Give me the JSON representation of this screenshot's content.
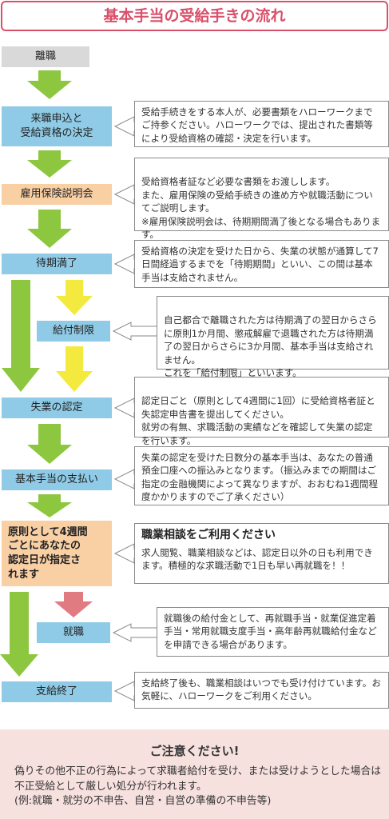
{
  "title": "基本手当の受給手きの流れ",
  "steps": [
    "離職",
    "来職申込と\n受給資格の決定",
    "雇用保険説明会",
    "待期満了",
    "給付制限",
    "失業の認定",
    "基本手当の支払い",
    "原則として4週間\nごとにあなたの\n認定日が指定さ\nれます",
    "就職",
    "支給終了"
  ],
  "descriptions": [
    {
      "body": "受給手続きをする本人が、必要書類をハローワークまでご持参ください。ハローワークでは、提出された書類等により受給資格の確認・決定を行います。"
    },
    {
      "body": "受給資格者証など必要な書類をお渡しします。\nまた、雇用保険の受給手続きの進め方や就職活動についてご説明します。\n※雇用保険説明会は、待期期間満了後となる場合もあります。"
    },
    {
      "body": "受給資格の決定を受けた日から、失業の状態が通算して7日間経過するまでを「待期期間」といい、この間は基本手当は支給されません。"
    },
    {
      "body": "自己都合で離職された方は待期満了の翌日からさらに原則1か月間、懲戒解雇で退職された方は待期満了の翌日からさらに3か月間、基本手当は支給されません。\nこれを「給付制限」といいます。"
    },
    {
      "body": "認定日ごと（原則として4週間に1回）に受給資格者証と失認定申告書を提出してください。\n就労の有無、求職活動の実績などを確認して失業の認定を行います。"
    },
    {
      "body": "失業の認定を受けた日数分の基本手当は、あなたの普通預金口座への振込みとなります。（振込みまでの期間はご指定の金融機関によって異なりますが、おおむね1週間程度かかりますのでご了承ください）"
    },
    {
      "heading": "職業相談をご利用ください",
      "body": "求人閲覧、職業相談などは、認定日以外の日も利用できます。積極的な求職活動で1日も早い再就職を！！"
    },
    {
      "body": "就職後の給付金として、再就職手当・就業促進定着手当・常用就職支度手当・高年齢再就職給付金などを申請できる場合があります。"
    },
    {
      "body": "支給終了後も、職業相談はいつでも受け付けています。お気軽に、ハローワークをご利用ください。"
    }
  ],
  "notice": {
    "title": "ご注意ください!",
    "body": "偽りその他不正の行為によって求職者給付を受け、または受けようとした場合は不正受給として厳しい処分が行われます。\n(例:就職・就労の不申告、自営・自営の準備の不申告等)"
  },
  "colors": {
    "title": "#d9506b",
    "step_blue": "#8fcbe6",
    "step_grey": "#d9d9d9",
    "step_peach": "#f9cfa4",
    "arrow_green": "#8dc63f",
    "arrow_yellow": "#f4ea3f",
    "arrow_pink": "#e07b82",
    "notice_bg": "#f7e1df"
  }
}
